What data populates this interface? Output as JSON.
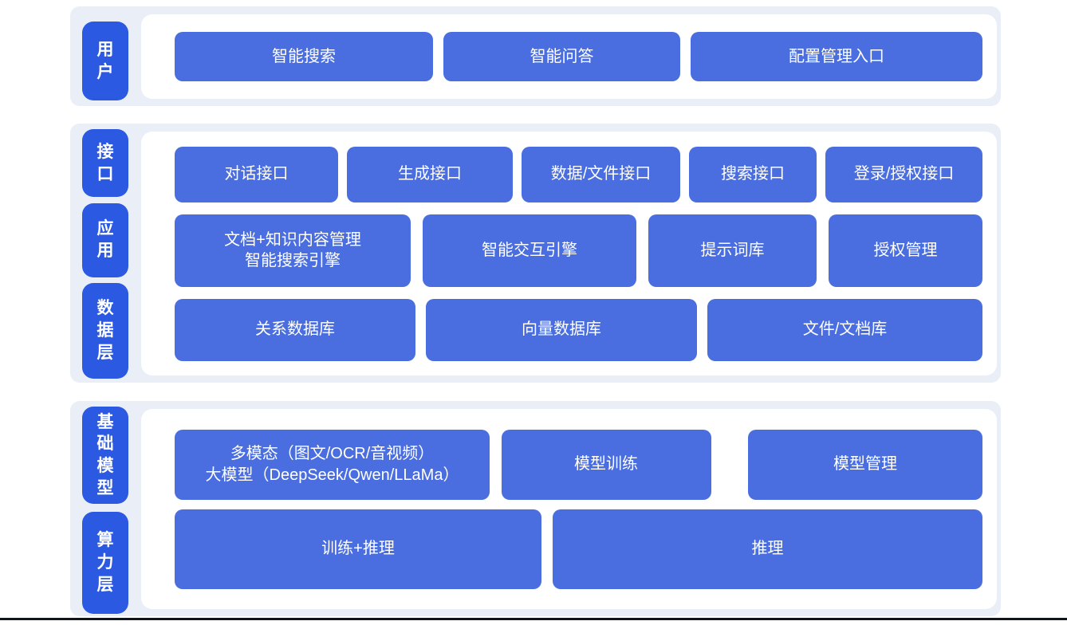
{
  "colors": {
    "band_background": "#e9eef7",
    "layer_label_blue": "#2b59e2",
    "node_blue": "#4a6edf",
    "text_white": "#ffffff",
    "bottom_divider": "#10141c"
  },
  "sections": [
    {
      "labels": [
        {
          "text": "用户"
        }
      ],
      "rows": [
        {
          "boxes": [
            {
              "text": "智能搜索"
            },
            {
              "text": "智能问答"
            },
            {
              "text": "配置管理入口"
            }
          ]
        }
      ]
    },
    {
      "labels": [
        {
          "text": "接口"
        },
        {
          "text": "应用"
        },
        {
          "text": "数据层"
        }
      ],
      "rows": [
        {
          "boxes": [
            {
              "text": "对话接口"
            },
            {
              "text": "生成接口"
            },
            {
              "text": "数据/文件接口"
            },
            {
              "text": "搜索接口"
            },
            {
              "text": "登录/授权接口"
            }
          ]
        },
        {
          "boxes": [
            {
              "text": "文档+知识内容管理\n智能搜索引擎"
            },
            {
              "text": "智能交互引擎"
            },
            {
              "text": "提示词库"
            },
            {
              "text": "授权管理"
            }
          ]
        },
        {
          "boxes": [
            {
              "text": "关系数据库"
            },
            {
              "text": "向量数据库"
            },
            {
              "text": "文件/文档库"
            }
          ]
        }
      ]
    },
    {
      "labels": [
        {
          "text": "基础模型"
        },
        {
          "text": "算力层"
        }
      ],
      "rows": [
        {
          "boxes": [
            {
              "text": "多模态（图文/OCR/音视频）\n大模型（DeepSeek/Qwen/LLaMa）"
            },
            {
              "text": "模型训练"
            },
            {
              "text": "模型管理"
            }
          ]
        },
        {
          "boxes": [
            {
              "text": "训练+推理"
            },
            {
              "text": "推理"
            }
          ]
        }
      ]
    }
  ]
}
